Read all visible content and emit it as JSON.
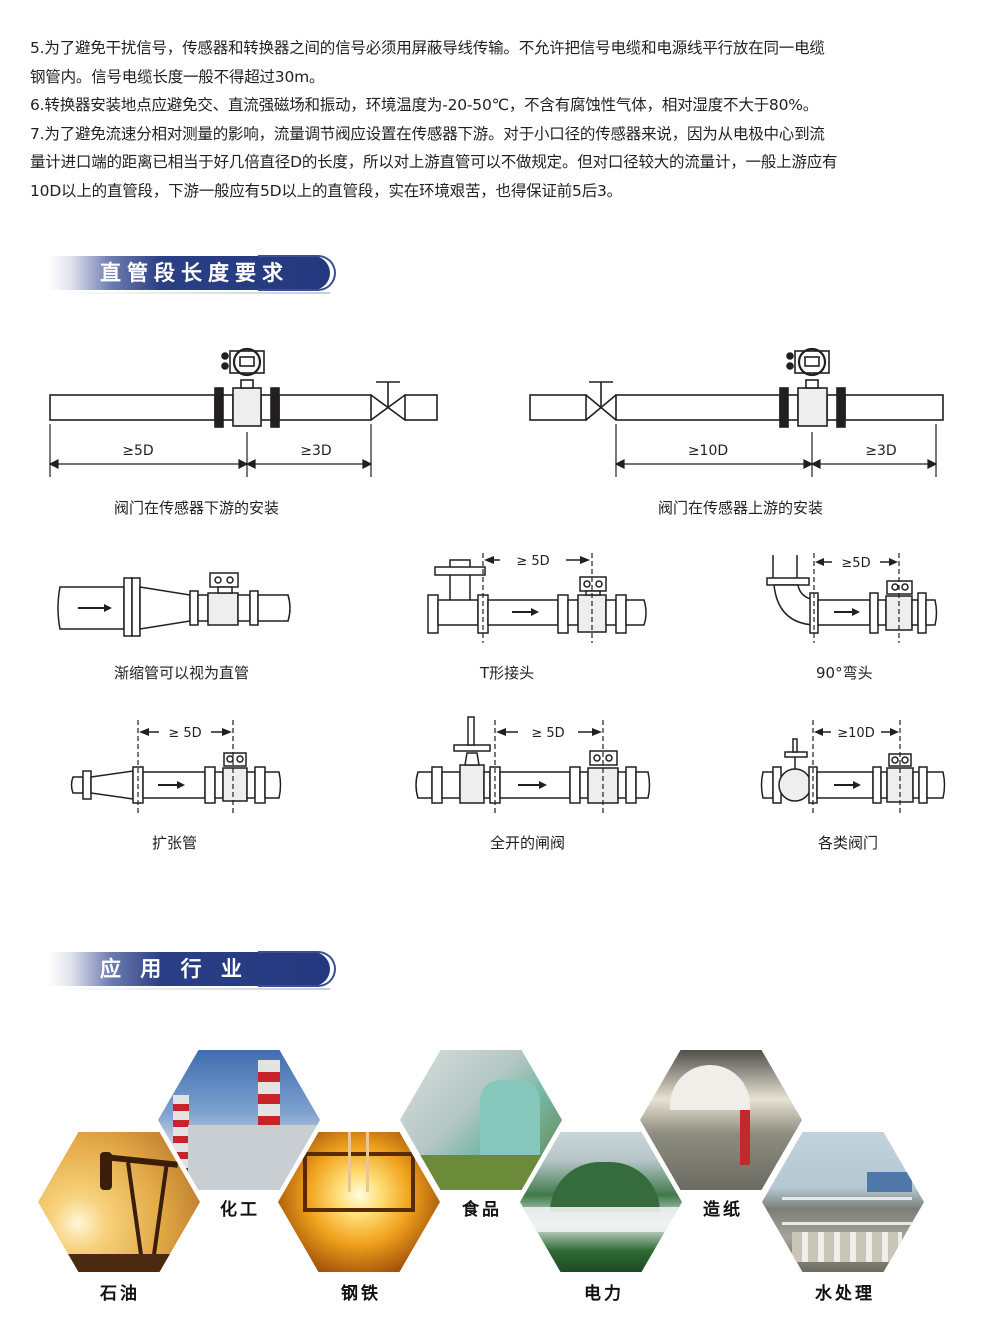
{
  "notes": [
    "5.为了避免干扰信号，传感器和转换器之间的信号必须用屏蔽导线传输。不允许把信号电缆和电源线平行放在同一电缆",
    "钢管内。信号电缆长度一般不得超过30m。",
    "6.转换器安装地点应避免交、直流强磁场和振动，环境温度为-20-50℃，不含有腐蚀性气体，相对湿度不大于80%。",
    "7.为了避免流速分相对测量的影响，流量调节阀应设置在传感器下游。对于小口径的传感器来说，因为从电极中心到流",
    "量计进口端的距离已相当于好几倍直径D的长度，所以对上游直管可以不做规定。但对口径较大的流量计，一般上游应有",
    "10D以上的直管段，下游一般应有5D以上的直管段，实在环境艰苦，也得保证前5后3。"
  ],
  "section1": {
    "title": "直管段长度要求",
    "diagram_downstream": {
      "caption": "阀门在传感器下游的安装",
      "up": "≥5D",
      "down": "≥3D"
    },
    "diagram_upstream": {
      "caption": "阀门在传感器上游的安装",
      "up": "≥10D",
      "down": "≥3D"
    },
    "cases": [
      {
        "caption": "渐缩管可以视为直管",
        "dim": ""
      },
      {
        "caption": "T形接头",
        "dim": "≥ 5D"
      },
      {
        "caption": "90°弯头",
        "dim": "≥5D"
      },
      {
        "caption": "扩张管",
        "dim": "≥ 5D"
      },
      {
        "caption": "全开的闸阀",
        "dim": "≥ 5D"
      },
      {
        "caption": "各类阀门",
        "dim": "≥10D"
      }
    ]
  },
  "section2": {
    "title": "应 用 行 业",
    "industries": [
      {
        "label": "石油",
        "colors": [
          "#f7d27c",
          "#d9942e",
          "#5a3512"
        ]
      },
      {
        "label": "化工",
        "colors": [
          "#3f6db0",
          "#9fb9d8",
          "#e4e6e9"
        ]
      },
      {
        "label": "钢铁",
        "colors": [
          "#fff4b0",
          "#f0a21c",
          "#6b2a05"
        ]
      },
      {
        "label": "食品",
        "colors": [
          "#d8dedf",
          "#79b9a6",
          "#5f7c3b"
        ]
      },
      {
        "label": "电力",
        "colors": [
          "#c9d6da",
          "#3f7a4a",
          "#1f4a24"
        ]
      },
      {
        "label": "造纸",
        "colors": [
          "#e6e0d2",
          "#8d8c7f",
          "#4b4c45"
        ]
      },
      {
        "label": "水处理",
        "colors": [
          "#c2d3dc",
          "#a6a498",
          "#6d6b5f"
        ]
      }
    ]
  },
  "colors": {
    "banner": "#24387f",
    "text": "#231f20"
  }
}
